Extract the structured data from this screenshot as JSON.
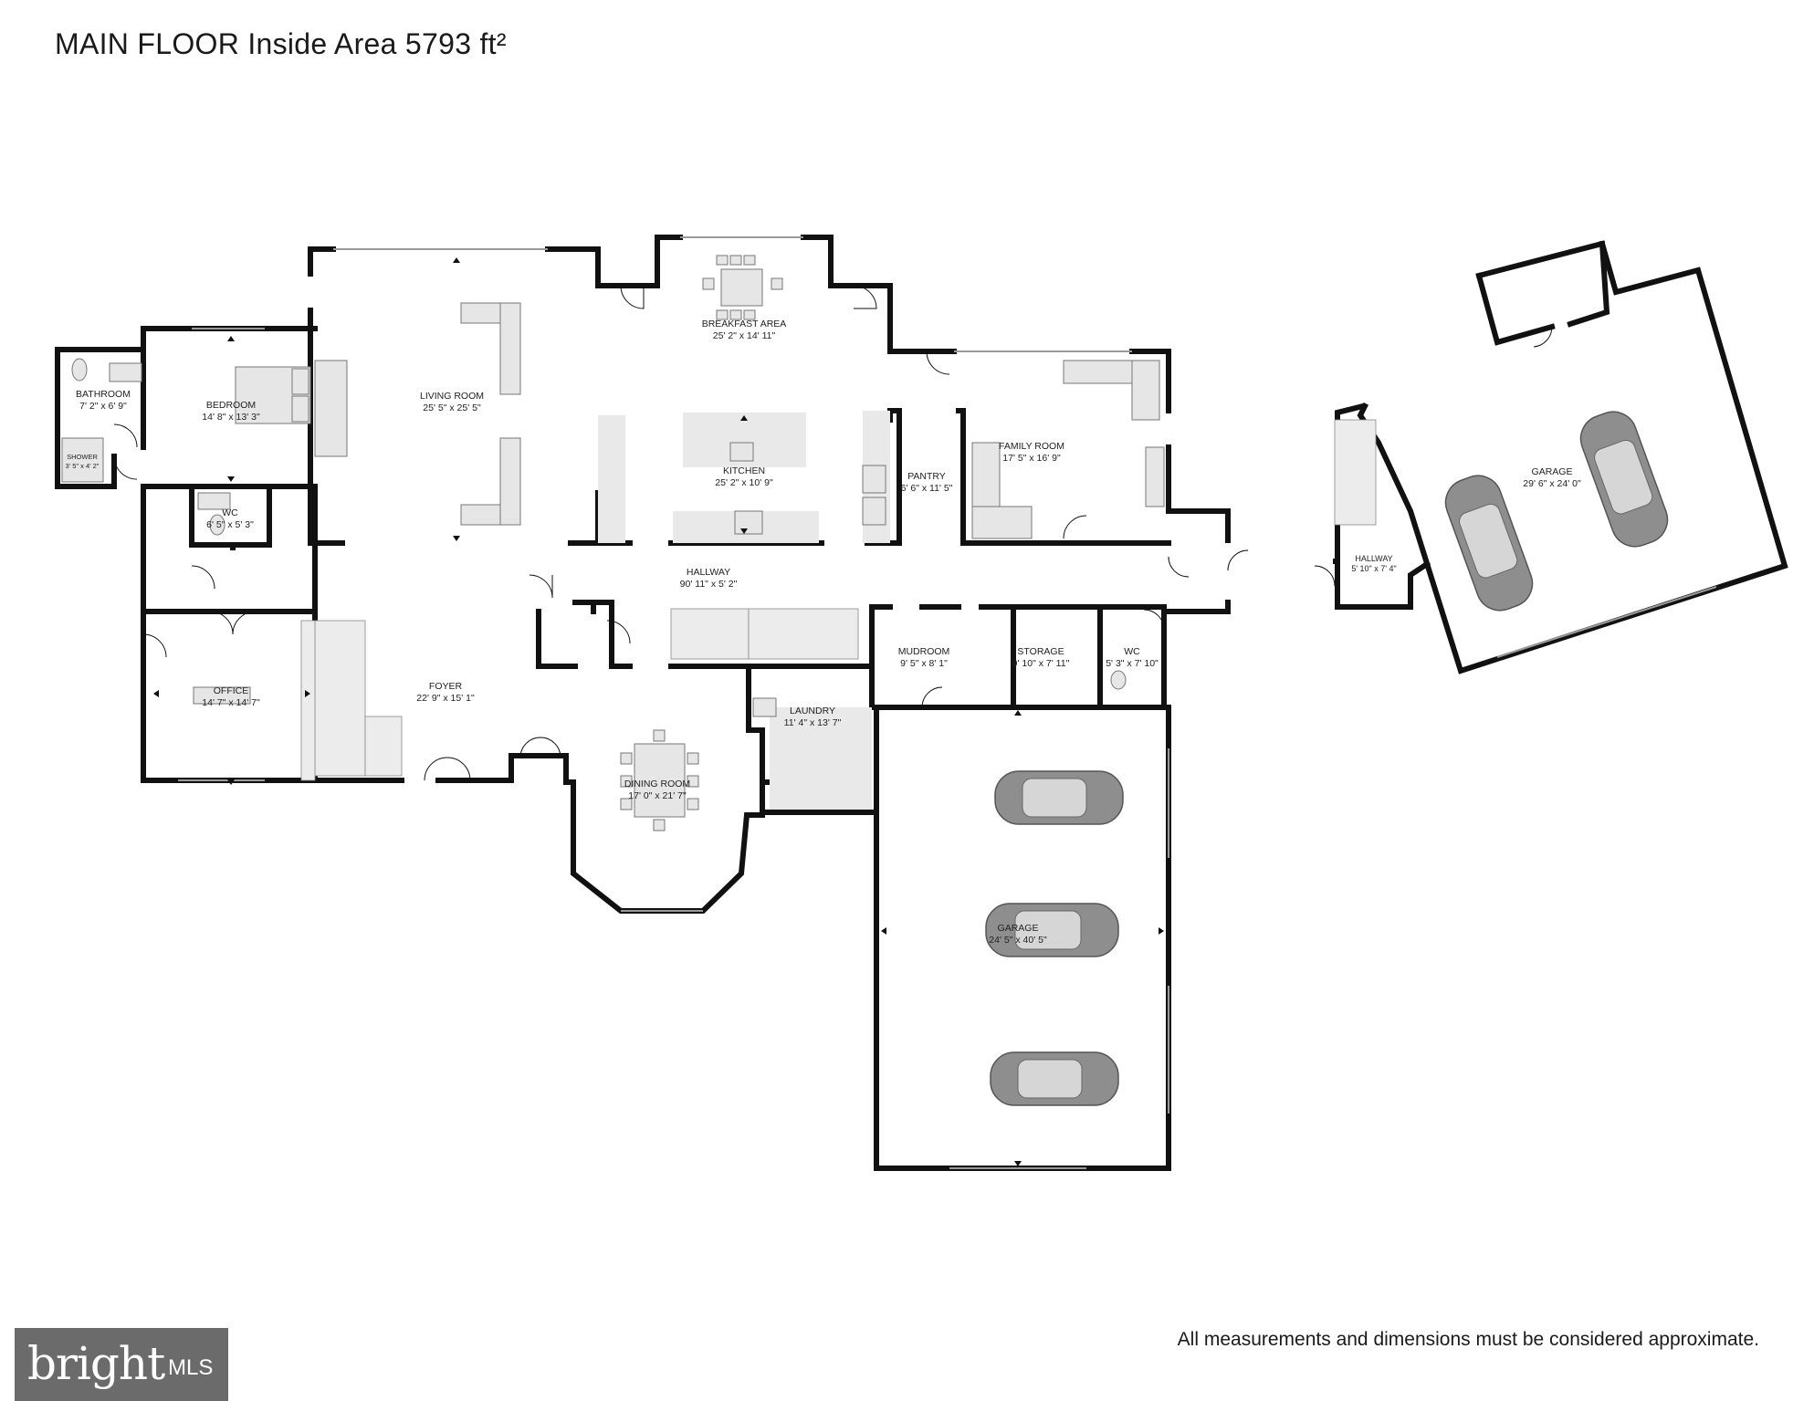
{
  "header": {
    "title": "MAIN FLOOR Inside Area 5793 ft²"
  },
  "footer": {
    "disclaimer": "All measurements and dimensions must be considered approximate.",
    "logo_word": "bright",
    "logo_suffix": "MLS"
  },
  "rooms": {
    "bathroom": {
      "name": "BATHROOM",
      "dims": "7' 2\" x 6' 9\""
    },
    "shower": {
      "name": "SHOWER",
      "dims": "3' 5\" x 4' 2\""
    },
    "bedroom": {
      "name": "BEDROOM",
      "dims": "14' 8\" x 13' 3\""
    },
    "living_room": {
      "name": "LIVING ROOM",
      "dims": "25' 5\" x 25' 5\""
    },
    "breakfast_area": {
      "name": "BREAKFAST AREA",
      "dims": "25' 2\" x 14' 11\""
    },
    "kitchen": {
      "name": "KITCHEN",
      "dims": "25' 2\" x 10' 9\""
    },
    "pantry": {
      "name": "PANTRY",
      "dims": "6' 6\" x 11' 5\""
    },
    "family_room": {
      "name": "FAMILY ROOM",
      "dims": "17' 5\" x 16' 9\""
    },
    "wc_left": {
      "name": "WC",
      "dims": "6' 5\" x 5' 3\""
    },
    "hallway_main": {
      "name": "HALLWAY",
      "dims": "90' 11\" x 5' 2\""
    },
    "office": {
      "name": "OFFICE",
      "dims": "14' 7\" x 14' 7\""
    },
    "foyer": {
      "name": "FOYER",
      "dims": "22' 9\" x 15' 1\""
    },
    "mudroom": {
      "name": "MUDROOM",
      "dims": "9' 5\" x 8' 1\""
    },
    "storage": {
      "name": "STORAGE",
      "dims": "9' 10\" x 7' 11\""
    },
    "wc_right": {
      "name": "WC",
      "dims": "5' 3\" x 7' 10\""
    },
    "laundry": {
      "name": "LAUNDRY",
      "dims": "11' 4\" x 13' 7\""
    },
    "dining_room": {
      "name": "DINING ROOM",
      "dims": "17' 0\" x 21' 7\""
    },
    "garage_main": {
      "name": "GARAGE",
      "dims": "24' 5\" x 40' 5\""
    },
    "hallway_detached": {
      "name": "HALLWAY",
      "dims": "5' 10\" x 7' 4\""
    },
    "garage_detached": {
      "name": "GARAGE",
      "dims": "29' 6\" x 24' 0\""
    }
  }
}
